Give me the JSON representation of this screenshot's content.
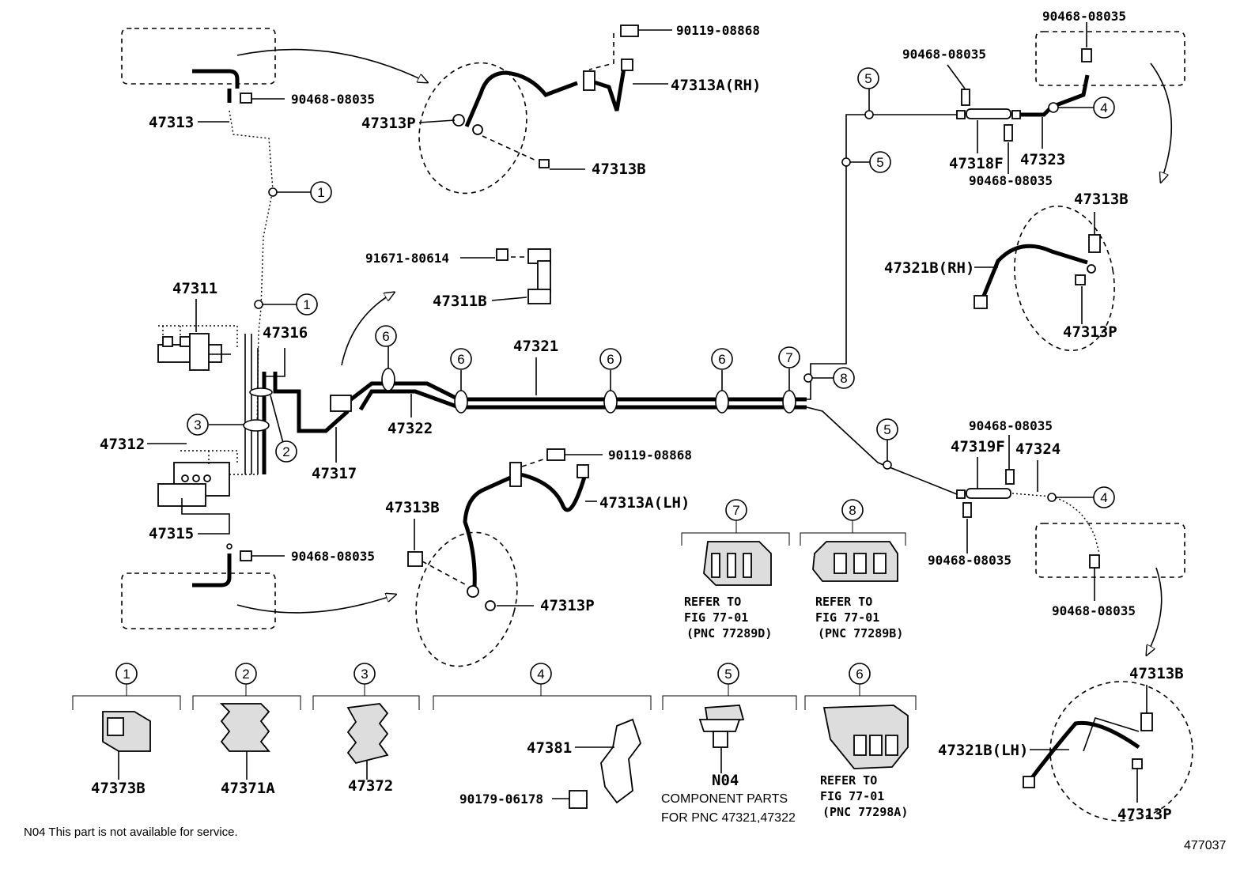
{
  "labels": {
    "p90119_top": "90119-08868",
    "p47313A_rh": "47313A(RH)",
    "p90468_a": "90468-08035",
    "p47313": "47313",
    "p47313P_top": "47313P",
    "p47313B_top": "47313B",
    "p91671": "91671-80614",
    "p47311B": "47311B",
    "p47311": "47311",
    "p47316": "47316",
    "p47312": "47312",
    "p47317": "47317",
    "p47322": "47322",
    "p47321": "47321",
    "p47315": "47315",
    "p90468_b": "90468-08035",
    "p90119_mid": "90119-08868",
    "p47313A_lh": "47313A(LH)",
    "p47313B_mid": "47313B",
    "p47313P_mid": "47313P",
    "p90468_c": "90468-08035",
    "p90468_d": "90468-08035",
    "p90468_e": "90468-08035",
    "p47318F": "47318F",
    "p47323": "47323",
    "p47313B_rh": "47313B",
    "p47321B_rh": "47321B(RH)",
    "p47313P_rh": "47313P",
    "p90468_f": "90468-08035",
    "p47319F": "47319F",
    "p47324": "47324",
    "p90468_g": "90468-08035",
    "p90468_h": "90468-08035",
    "p47313B_lh": "47313B",
    "p47321B_lh": "47321B(LH)",
    "p47313P_lh": "47313P",
    "p47373B": "47373B",
    "p47371A": "47371A",
    "p47372": "47372",
    "p47381": "47381",
    "p90179": "90179-06178",
    "n04": "N04",
    "comp1": "COMPONENT PARTS",
    "comp2": "FOR PNC 47321,47322",
    "ref7a": "REFER TO",
    "ref7b": "FIG 77-01",
    "ref7c": "(PNC 77289D)",
    "ref8a": "REFER TO",
    "ref8b": "FIG 77-01",
    "ref8c": "(PNC 77289B)",
    "ref6a": "REFER TO",
    "ref6b": "FIG 77-01",
    "ref6c": "(PNC 77298A)",
    "footnote": "N04 This part is not available for service.",
    "figno": "477037"
  },
  "callouts": {
    "c1": "1",
    "c2": "2",
    "c3": "3",
    "c4": "4",
    "c5": "5",
    "c6": "6",
    "c7": "7",
    "c8": "8"
  }
}
